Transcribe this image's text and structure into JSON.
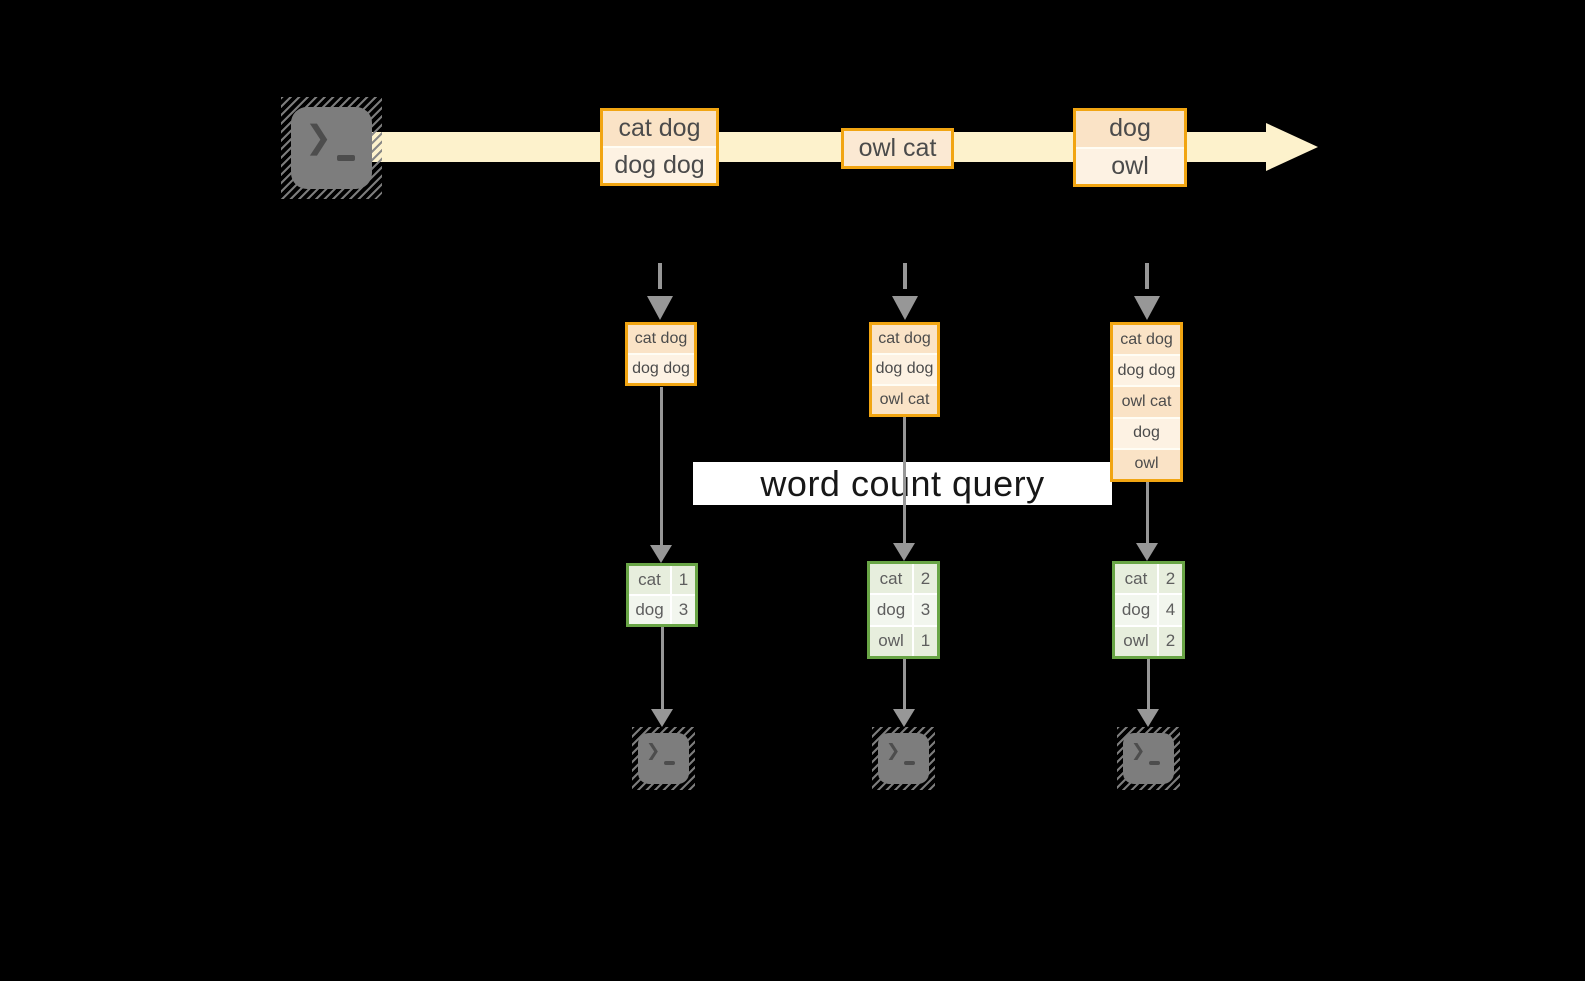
{
  "query": {
    "label": "word count query"
  },
  "stream": {
    "events": [
      {
        "lines": [
          "cat dog",
          "dog dog"
        ]
      },
      {
        "lines": [
          "owl cat"
        ]
      },
      {
        "lines": [
          "dog",
          "owl"
        ]
      }
    ]
  },
  "windows": [
    {
      "items": [
        "cat dog",
        "dog dog"
      ]
    },
    {
      "items": [
        "cat dog",
        "dog dog",
        "owl cat"
      ]
    },
    {
      "items": [
        "cat dog",
        "dog dog",
        "owl cat",
        "dog",
        "owl"
      ]
    }
  ],
  "counts": [
    {
      "rows": [
        {
          "word": "cat",
          "count": "1"
        },
        {
          "word": "dog",
          "count": "3"
        }
      ]
    },
    {
      "rows": [
        {
          "word": "cat",
          "count": "2"
        },
        {
          "word": "dog",
          "count": "3"
        },
        {
          "word": "owl",
          "count": "1"
        }
      ]
    },
    {
      "rows": [
        {
          "word": "cat",
          "count": "2"
        },
        {
          "word": "dog",
          "count": "4"
        },
        {
          "word": "owl",
          "count": "2"
        }
      ]
    }
  ],
  "icons": {
    "terminal_prompt": "❯"
  },
  "colors": {
    "background": "#000000",
    "stream_band": "#fdf2cc",
    "event_border": "#f1a512",
    "event_fill_dark": "#fae3c6",
    "event_fill_light": "#fdf2e3",
    "table_border": "#69a546",
    "table_fill_dark": "#e7eedd",
    "table_fill_light": "#f2f6ee",
    "arrow_gray": "#979797",
    "terminal_gray": "#7d7d7d",
    "banner_bg": "#ffffff"
  }
}
